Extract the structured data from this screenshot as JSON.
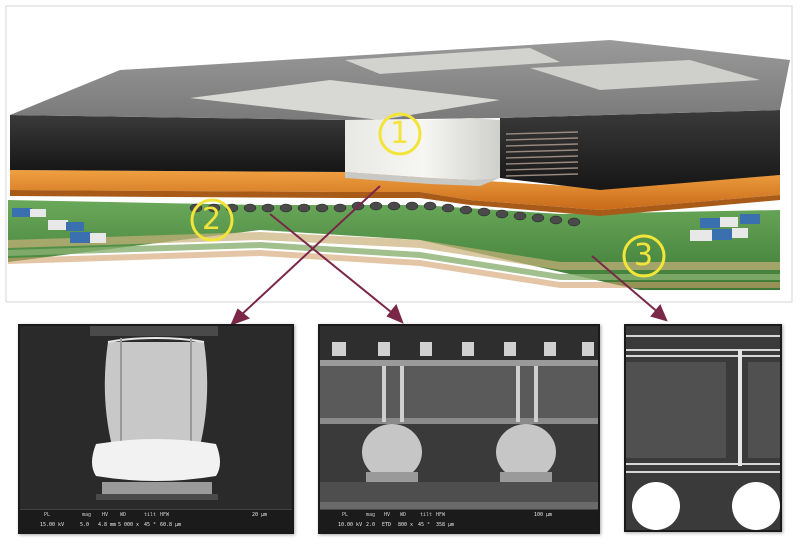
{
  "callouts": [
    {
      "number": "1",
      "color": "#f3e43a"
    },
    {
      "number": "2",
      "color": "#f3e43a"
    },
    {
      "number": "3",
      "color": "#f3e43a"
    }
  ],
  "colors": {
    "arrow": "#7a2748",
    "substrate": "#5a9a4a",
    "interposer": "#e48a2a",
    "die": "#2a2a2a",
    "lid": "#8a8a8a"
  },
  "panels": [
    {
      "name": "sem-panel-1",
      "labels": [
        "PL",
        "mag",
        "HV",
        "WD",
        "tilt",
        "HFW"
      ],
      "values": [
        "15.00 kV",
        "5.0",
        "4.8 mm",
        "5 000 x",
        "45 °",
        "60.8 µm"
      ],
      "scale": "20 µm"
    },
    {
      "name": "sem-panel-2",
      "labels": [
        "PL",
        "mag",
        "HV",
        "WD",
        "tilt",
        "HFW"
      ],
      "values": [
        "10.00 kV",
        "2.0",
        "ETD",
        "800 x",
        "45 °",
        "358 µm"
      ],
      "scale": "100 µm"
    },
    {
      "name": "sem-panel-3",
      "labels": [],
      "values": [],
      "scale": ""
    }
  ]
}
